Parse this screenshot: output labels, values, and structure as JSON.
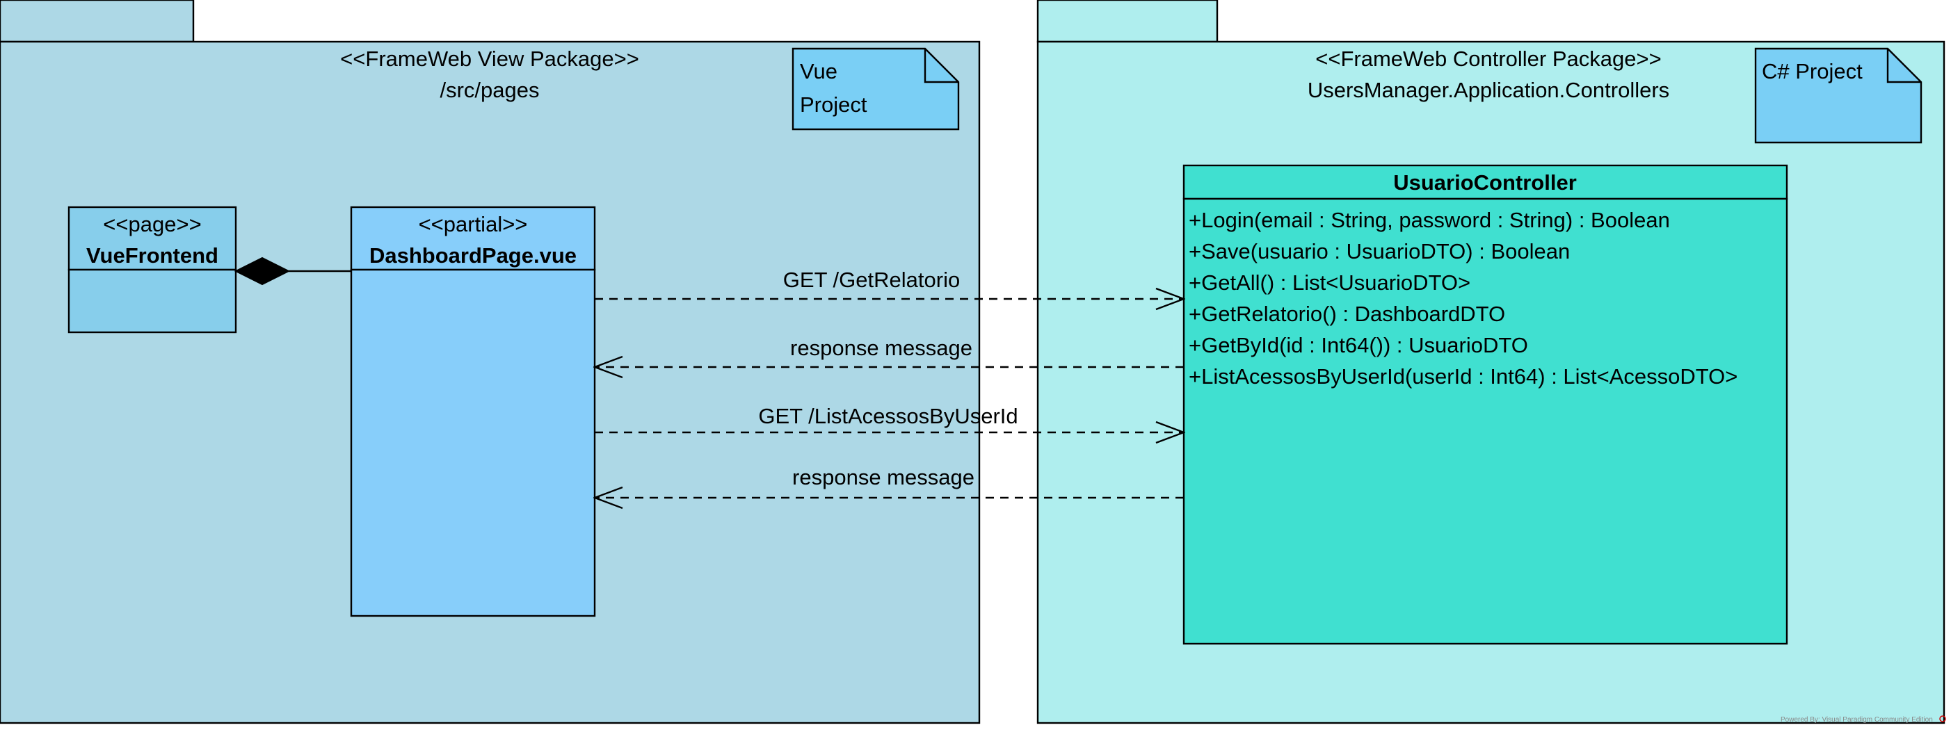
{
  "colors": {
    "view_package_fill": "#add8e6",
    "controller_package_fill": "#afeeee",
    "note_fill": "#7acff5",
    "class_header_fill": "#87ceeb",
    "partial_fill": "#87cefa",
    "controller_class_fill": "#40e0d0"
  },
  "view_package": {
    "stereotype": "<<FrameWeb View Package>>",
    "name": "/src/pages",
    "note": [
      "Vue",
      "Project"
    ]
  },
  "controller_package": {
    "stereotype": "<<FrameWeb Controller Package>>",
    "name": "UsersManager.Application.Controllers",
    "note": "C# Project"
  },
  "page_class": {
    "stereotype": "<<page>>",
    "name": "VueFrontend"
  },
  "partial_class": {
    "stereotype": "<<partial>>",
    "name": "DashboardPage.vue"
  },
  "controller_class": {
    "name": "UsuarioController",
    "operations": [
      "+Login(email : String, password : String) : Boolean",
      "+Save(usuario : UsuarioDTO) : Boolean",
      "+GetAll() : List<UsuarioDTO>",
      "+GetRelatorio() : DashboardDTO",
      "+GetById(id : Int64()) : UsuarioDTO",
      "+ListAcessosByUserId(userId : Int64) : List<AcessoDTO>"
    ]
  },
  "messages": [
    {
      "label": "GET /GetRelatorio",
      "direction": "request"
    },
    {
      "label": "response message",
      "direction": "response"
    },
    {
      "label": "GET /ListAcessosByUserId",
      "direction": "request"
    },
    {
      "label": "response message",
      "direction": "response"
    }
  ],
  "relationships": [
    {
      "type": "composition",
      "whole": "VueFrontend",
      "part": "DashboardPage.vue"
    }
  ],
  "watermark": "Powered By: Visual Paradigm Community Edition"
}
